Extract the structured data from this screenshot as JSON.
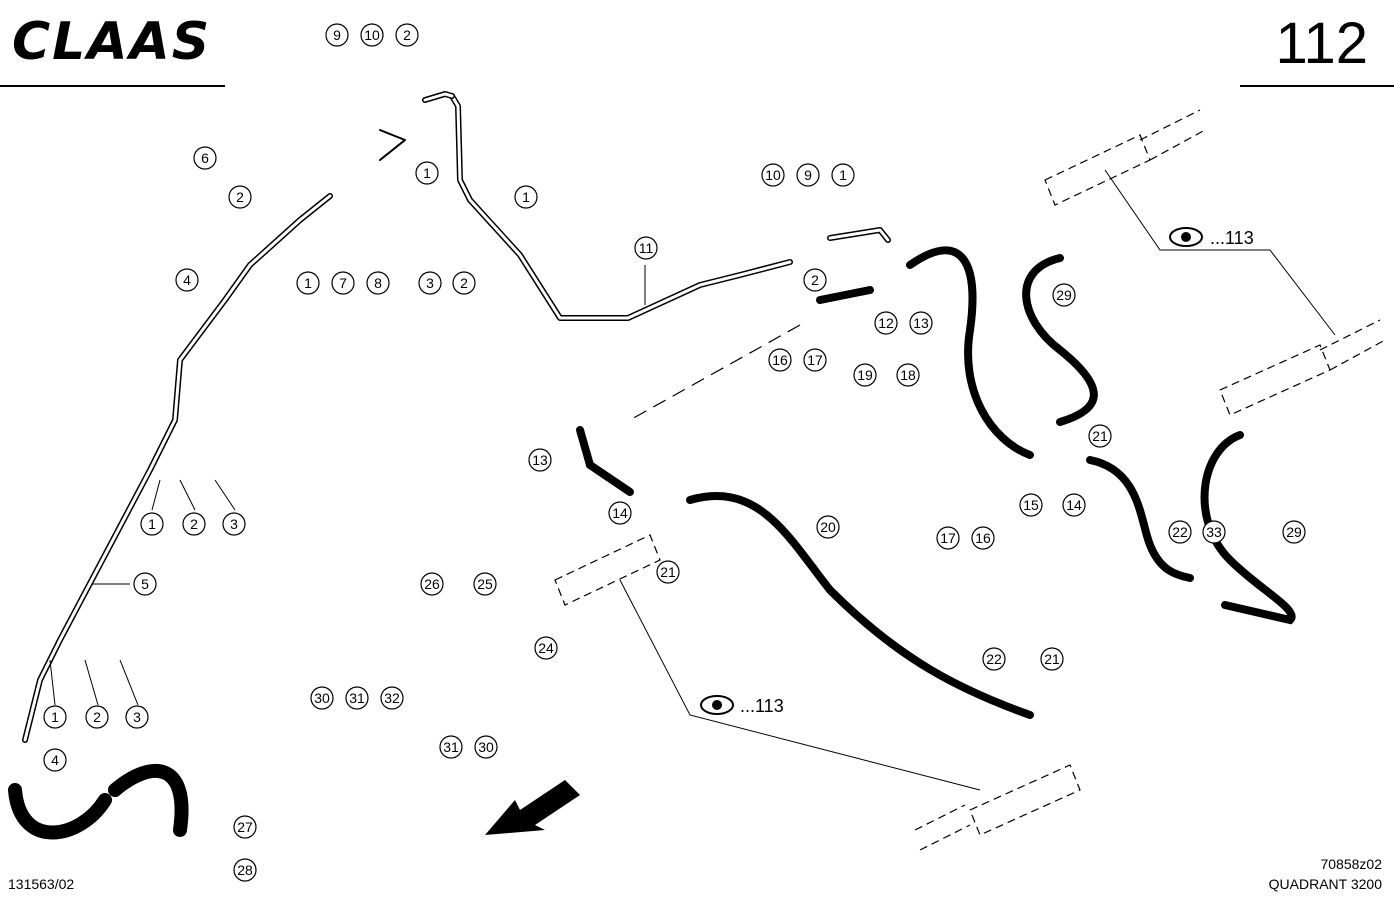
{
  "header": {
    "brand": "CLAAS",
    "page_number": "112"
  },
  "footer": {
    "left_code": "131563/02",
    "right_code": "70858z02",
    "model": "QUADRANT 3200"
  },
  "references": [
    "...113",
    "...113"
  ],
  "callouts": [
    "9",
    "10",
    "2",
    "6",
    "2",
    "1",
    "1",
    "7",
    "8",
    "3",
    "2",
    "1",
    "11",
    "4",
    "10",
    "9",
    "1",
    "2",
    "12",
    "13",
    "29",
    "16",
    "17",
    "19",
    "18",
    "13",
    "21",
    "14",
    "21",
    "15",
    "14",
    "20",
    "17",
    "16",
    "22",
    "33",
    "29",
    "1",
    "2",
    "3",
    "5",
    "26",
    "25",
    "24",
    "30",
    "31",
    "32",
    "31",
    "30",
    "1",
    "2",
    "3",
    "4",
    "27",
    "28",
    "22",
    "21"
  ]
}
